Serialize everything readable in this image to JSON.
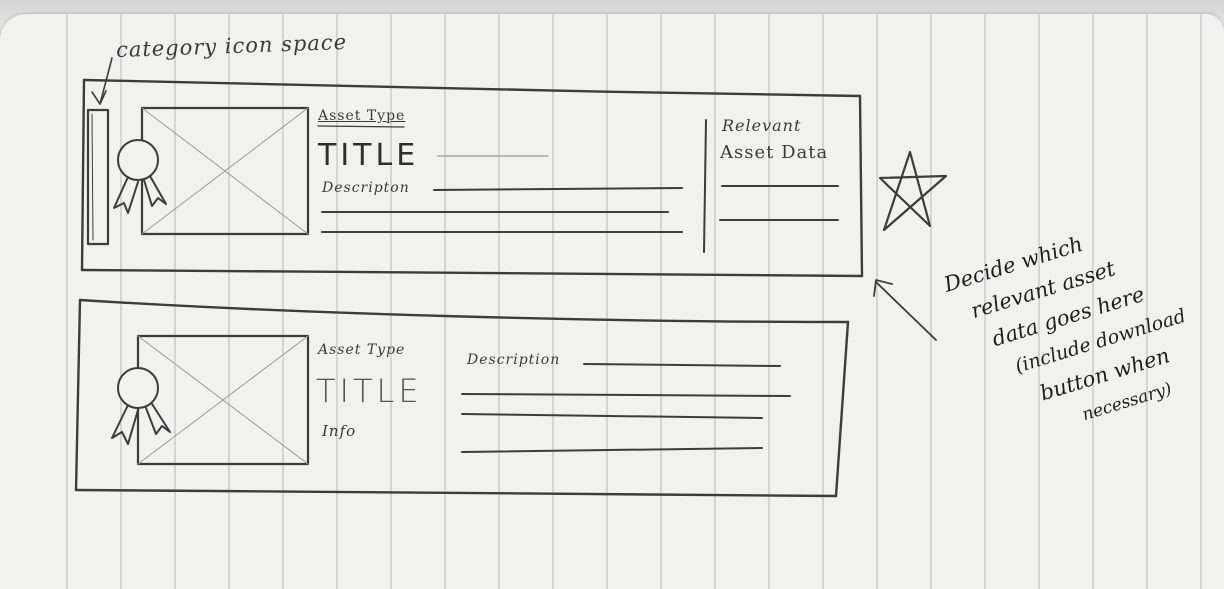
{
  "annotations": {
    "category_icon_space": "category icon space",
    "relevant_data_note": [
      "Decide which",
      "relevant asset",
      "data goes here",
      "(include download",
      "button when",
      "necessary)"
    ]
  },
  "card_featured": {
    "asset_type": "Asset Type",
    "title": "TITLE",
    "description_label": "Descripton",
    "relevant_label_line1": "Relevant",
    "relevant_label_line2": "Asset Data"
  },
  "card_standard": {
    "asset_type": "Asset Type",
    "title": "TITLE",
    "info_label": "Info",
    "description_label": "Description"
  },
  "icons": {
    "award": "award-ribbon-icon",
    "favorite": "star-icon",
    "image_placeholder": "image-placeholder-icon"
  },
  "colors": {
    "pencil": "#3a3a3a",
    "paper": "#f1f1ef",
    "rule_lines": "#d3d6d8"
  }
}
